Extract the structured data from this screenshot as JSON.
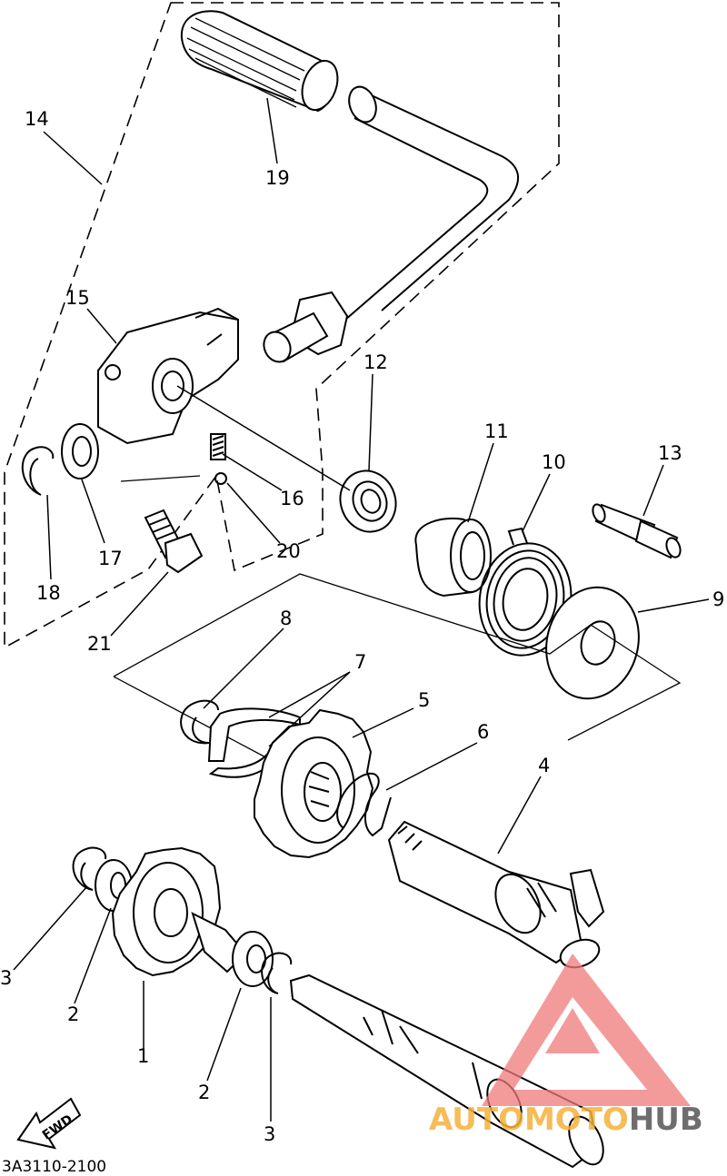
{
  "diagram_code": "3A3110-2100",
  "fwd_label": "FWD",
  "watermark": {
    "part1": "AUTOMOTO",
    "part2": "HUB",
    "color1": "#f5b13a",
    "color2": "#555555",
    "logo_color": "#f07a7a"
  },
  "callouts": {
    "c1": "1",
    "c2a": "2",
    "c2b": "2",
    "c3a": "3",
    "c3b": "3",
    "c4": "4",
    "c5": "5",
    "c6": "6",
    "c7": "7",
    "c8": "8",
    "c9": "9",
    "c10": "10",
    "c11": "11",
    "c12": "12",
    "c13": "13",
    "c14": "14",
    "c15": "15",
    "c16": "16",
    "c17": "17",
    "c18": "18",
    "c19": "19",
    "c20": "20",
    "c21": "21"
  }
}
